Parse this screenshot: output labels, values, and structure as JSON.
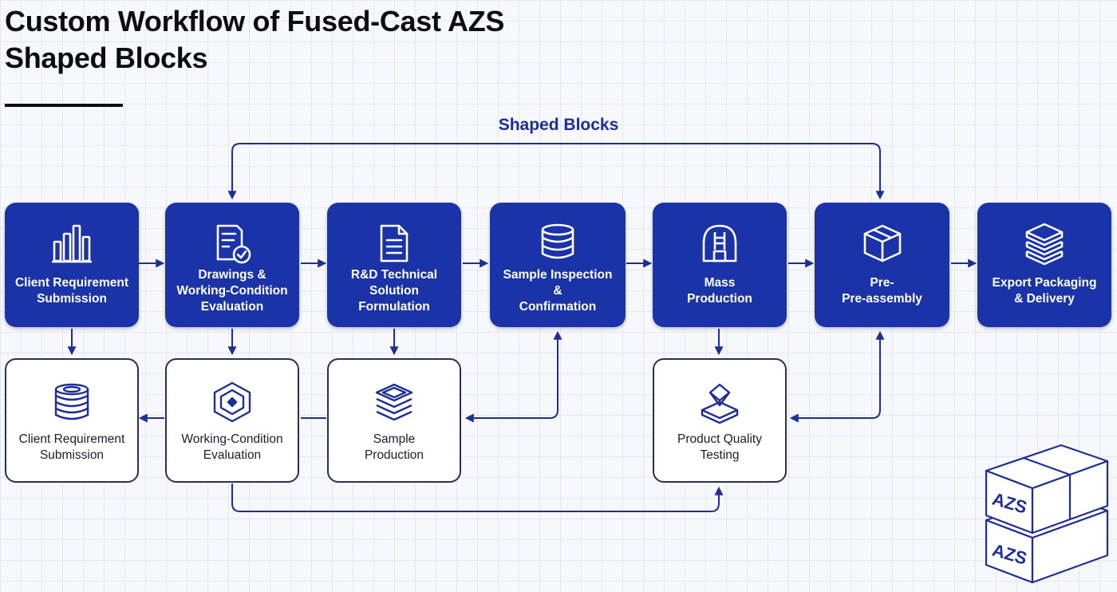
{
  "title": {
    "line1": "Custom Workflow of Fused-Cast AZS",
    "line2": "Shaped Blocks"
  },
  "banner": "Shaped Blocks",
  "colors": {
    "primary": "#1a33a8",
    "connector": "#1d2e96",
    "text": "#0c0c12"
  },
  "primary_steps": [
    {
      "line1": "Client Requirement",
      "line2": "Submission",
      "line3": "",
      "icon": "bar-chart-icon"
    },
    {
      "line1": "Drawings &",
      "line2": "Working-Condition",
      "line3": "Evaluation",
      "icon": "checked-document-icon"
    },
    {
      "line1": "R&D Technical",
      "line2": "Solution",
      "line3": "Formulation",
      "icon": "document-icon"
    },
    {
      "line1": "Sample Inspection",
      "line2": "&",
      "line3": "Confirmation",
      "icon": "database-stack-icon"
    },
    {
      "line1": "Mass",
      "line2": "Production",
      "line3": "",
      "icon": "furnace-icon"
    },
    {
      "line1": "Pre-",
      "line2": "Pre-assembly",
      "line3": "",
      "icon": "box-icon"
    },
    {
      "line1": "Export Packaging",
      "line2": "& Delivery",
      "line3": "",
      "icon": "stacked-layers-icon"
    }
  ],
  "secondary_steps": [
    {
      "line1": "Client Requirement",
      "line2": "Submission",
      "icon": "disc-stack-icon"
    },
    {
      "line1": "Working-Condition",
      "line2": "Evaluation",
      "icon": "hexagon-icon"
    },
    {
      "line1": "Sample",
      "line2": "Production",
      "icon": "layers-icon"
    },
    {
      "line1": "Product Quality",
      "line2": "Testing",
      "icon": "open-box-icon"
    }
  ],
  "decor": {
    "top_block": "AZS",
    "bottom_block": "AZS"
  }
}
